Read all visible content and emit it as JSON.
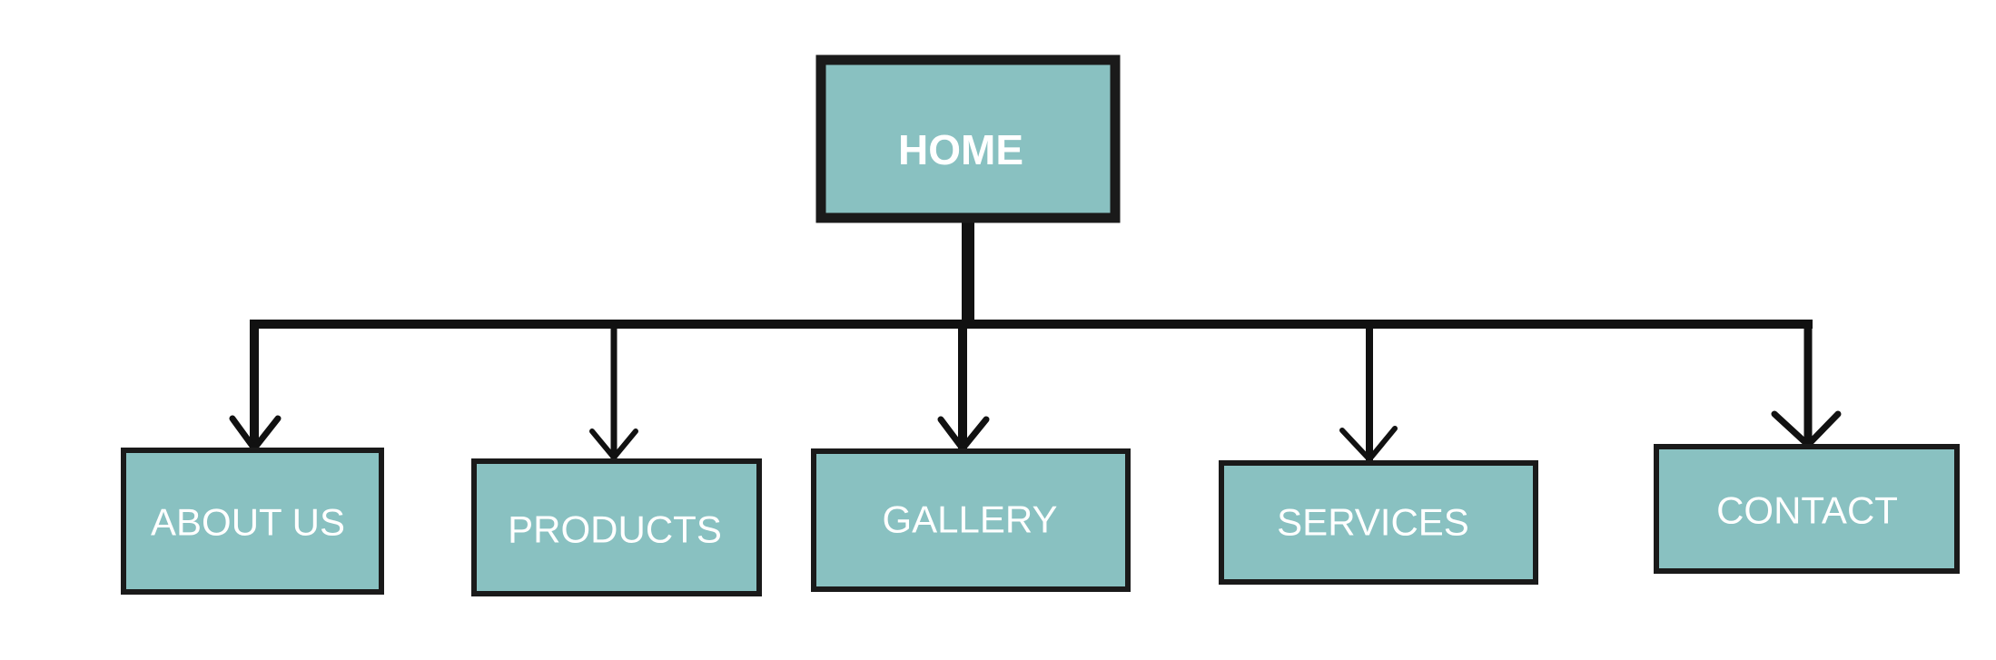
{
  "colors": {
    "box_fill": "#89c1c1",
    "box_border": "#1a1a1a",
    "label": "#ffffff",
    "connector": "#111111",
    "background": "#ffffff"
  },
  "root": {
    "label": "HOME"
  },
  "children": [
    {
      "label": "ABOUT US"
    },
    {
      "label": "PRODUCTS"
    },
    {
      "label": "GALLERY"
    },
    {
      "label": "SERVICES"
    },
    {
      "label": "CONTACT"
    }
  ]
}
